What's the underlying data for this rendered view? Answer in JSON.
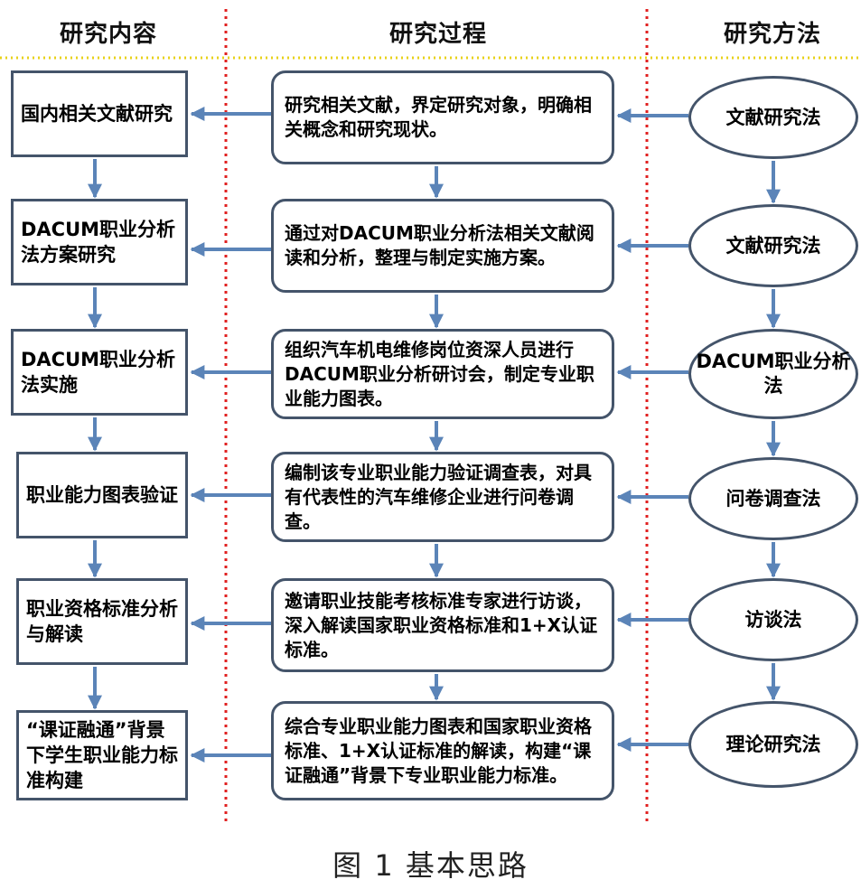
{
  "headers": {
    "content": "研究内容",
    "process": "研究过程",
    "method": "研究方法"
  },
  "rows": [
    {
      "content": "国内相关文献研究",
      "process": "研究相关文献，界定研究对象，明确相关概念和研究现状。",
      "method": "文献研究法"
    },
    {
      "content": "DACUM职业分析法方案研究",
      "process": "通过对DACUM职业分析法相关文献阅读和分析，整理与制定实施方案。",
      "method": "文献研究法"
    },
    {
      "content": "DACUM职业分析法实施",
      "process": "组织汽车机电维修岗位资深人员进行DACUM职业分析研讨会，制定专业职业能力图表。",
      "method": "DACUM职业分析法"
    },
    {
      "content": "职业能力图表验证",
      "process": "编制该专业职业能力验证调查表，对具有代表性的汽车维修企业进行问卷调查。",
      "method": "问卷调查法"
    },
    {
      "content": "职业资格标准分析与解读",
      "process": "邀请职业技能考核标准专家进行访谈，深入解读国家职业资格标准和1+X认证标准。",
      "method": "访谈法"
    },
    {
      "content": "“课证融通”背景下学生职业能力标准构建",
      "process": "综合专业职业能力图表和国家职业资格标准、1+X认证标准的解读，构建“课证融通”背景下专业职业能力标准。",
      "method": "理论研究法"
    }
  ],
  "caption": "图 1  基本思路",
  "colors": {
    "arrow": "#5b84b8",
    "border": "#44546a",
    "divider_red": "#e02020",
    "divider_yellow": "#e8d21a"
  }
}
